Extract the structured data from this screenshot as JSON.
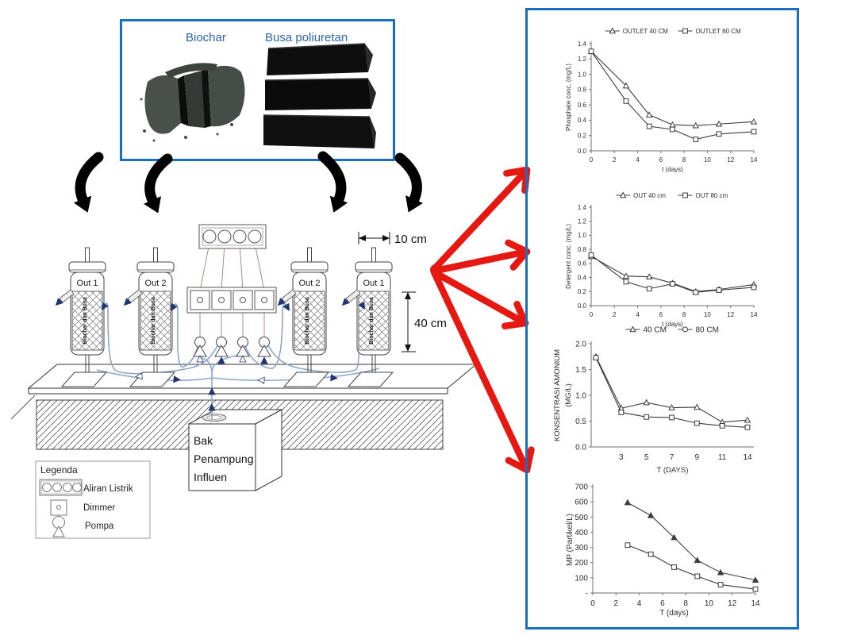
{
  "top_box": {
    "biochar_label": "Biochar",
    "foam_label": "Busa poliuretan"
  },
  "diagram": {
    "columns": [
      {
        "label": "Out 1",
        "fill_label": "Biochar dan Busa"
      },
      {
        "label": "Out 2",
        "fill_label": "Biochar dan Busa"
      },
      {
        "label": "Out 2",
        "fill_label": "Biochar dan Busa"
      },
      {
        "label": "Out 1",
        "fill_label": "Biochar dan Busa"
      }
    ],
    "dim_width": "10 cm",
    "dim_height": "40 cm",
    "tank_label_lines": [
      "Bak",
      "Penampung",
      "Influen"
    ],
    "legend": {
      "title": "Legenda",
      "items": [
        {
          "icon": "power-strip-icon",
          "label": "Aliran Listrik"
        },
        {
          "icon": "dimmer-icon",
          "label": "Dimmer"
        },
        {
          "icon": "pump-icon",
          "label": "Pompa"
        }
      ]
    }
  },
  "colors": {
    "panel_border": "#1b6fc1",
    "label_blue": "#2e63ad",
    "red_arrow": "#e61912",
    "tube_blue": "#8da6c9",
    "arrow_navy": "#22356f",
    "wire": "#b07a7a"
  },
  "chart_data": [
    {
      "type": "line",
      "xlabel": "t (days)",
      "ylabel": "Phosphate conc. (mg/L)",
      "x": [
        0,
        3,
        5,
        7,
        9,
        11,
        14
      ],
      "xlim": [
        0,
        14
      ],
      "xticks": [
        0,
        2,
        4,
        6,
        8,
        10,
        12,
        14
      ],
      "ylim": [
        0,
        1.4
      ],
      "yticks": [
        0,
        0.2,
        0.4,
        0.6,
        0.8,
        1.0,
        1.2,
        1.4
      ],
      "ytick_labels": [
        "0.0",
        "0.2",
        "0.4",
        "0.6",
        "0.8",
        "1.0",
        "1.2",
        "1.4"
      ],
      "show_legend": true,
      "series": [
        {
          "name": "OUTLET 40 CM",
          "marker": "triangle",
          "values": [
            1.3,
            0.85,
            0.47,
            0.34,
            0.33,
            0.35,
            0.38
          ]
        },
        {
          "name": "OUTLET 80 CM",
          "marker": "square",
          "values": [
            1.3,
            0.65,
            0.32,
            0.28,
            0.15,
            0.22,
            0.25
          ]
        }
      ]
    },
    {
      "type": "line",
      "xlabel": "t (days)",
      "ylabel": "Detergent conc. (mg/L)",
      "x": [
        0,
        3,
        5,
        7,
        9,
        11,
        14
      ],
      "xlim": [
        0,
        14
      ],
      "xticks": [
        0,
        2,
        4,
        6,
        8,
        10,
        12,
        14
      ],
      "ylim": [
        0,
        1.4
      ],
      "yticks": [
        0,
        0.2,
        0.4,
        0.6,
        0.8,
        1.0,
        1.2,
        1.4
      ],
      "ytick_labels": [
        "0.0",
        "0.2",
        "0.4",
        "0.6",
        "0.8",
        "1.0",
        "1.2",
        "1.4"
      ],
      "show_legend": true,
      "series": [
        {
          "name": "OUT 40 cm",
          "marker": "triangle",
          "values": [
            0.7,
            0.42,
            0.41,
            0.32,
            0.2,
            0.23,
            0.3
          ]
        },
        {
          "name": "OUT 80 cm",
          "marker": "square",
          "values": [
            0.72,
            0.34,
            0.24,
            0.31,
            0.19,
            0.22,
            0.26
          ]
        }
      ]
    },
    {
      "type": "line",
      "xmode": "index",
      "xlabel": "T (DAYS)",
      "ylabel_lines": [
        "KONSENTRASI AMONIUM",
        "(MG/L)"
      ],
      "x": [
        0,
        3,
        5,
        7,
        9,
        11,
        14
      ],
      "xtick_labels": [
        "3",
        "5",
        "7",
        "9",
        "11",
        "14"
      ],
      "ylim": [
        0,
        2.0
      ],
      "yticks": [
        0,
        0.5,
        1.0,
        1.5,
        2.0
      ],
      "ytick_labels": [
        "0.0",
        "0.5",
        "1.0",
        "1.5",
        "2.0"
      ],
      "show_legend": true,
      "series": [
        {
          "name": "40 CM",
          "marker": "triangle",
          "legend_marker": "triangle",
          "values": [
            1.75,
            0.75,
            0.86,
            0.76,
            0.77,
            0.48,
            0.52
          ]
        },
        {
          "name": "80 CM",
          "marker": "square",
          "legend_marker": "circle",
          "values": [
            1.73,
            0.67,
            0.58,
            0.57,
            0.46,
            0.41,
            0.38
          ]
        }
      ]
    },
    {
      "type": "line",
      "xlabel": "T (days)",
      "ylabel": "MP (Partikel/L)",
      "x": [
        3,
        5,
        7,
        9,
        11,
        14
      ],
      "xlim": [
        0,
        14
      ],
      "xticks": [
        0,
        2,
        4,
        6,
        8,
        10,
        12,
        14
      ],
      "ylim": [
        0,
        700
      ],
      "yticks": [
        0,
        100,
        200,
        300,
        400,
        500,
        600,
        700
      ],
      "ytick_labels": [
        "-",
        "100",
        "200",
        "300",
        "400",
        "500",
        "600",
        "700"
      ],
      "show_legend": false,
      "series": [
        {
          "name": "",
          "marker": "triangle",
          "filled": true,
          "values": [
            595,
            510,
            365,
            215,
            135,
            85
          ]
        },
        {
          "name": "",
          "marker": "square",
          "filled": false,
          "values": [
            315,
            255,
            170,
            110,
            55,
            25
          ]
        }
      ]
    }
  ]
}
